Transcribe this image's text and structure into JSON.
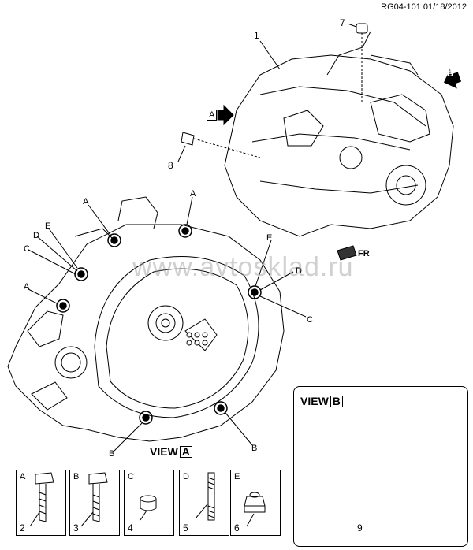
{
  "drawing_code": "RG04-101 01/18/2012",
  "watermark": "www.avtosklad.ru",
  "callouts": {
    "c1": "1",
    "c7": "7",
    "c8": "8",
    "c9": "9",
    "arrow_a": "A",
    "arrow_b": "B",
    "fr": "FR"
  },
  "location_labels": {
    "a_top": "A",
    "e_left": "E",
    "d_left": "D",
    "c_left": "C",
    "a_left": "A",
    "e_right": "E",
    "d_right": "D",
    "c_right": "C",
    "b_bottom_left": "B",
    "b_bottom_right": "B"
  },
  "view_a": {
    "prefix": "VIEW",
    "letter": "A"
  },
  "view_b": {
    "prefix": "VIEW",
    "letter": "B"
  },
  "fastener_boxes": [
    {
      "letter": "A",
      "number": "2"
    },
    {
      "letter": "B",
      "number": "3"
    },
    {
      "letter": "C",
      "number": "4"
    },
    {
      "letter": "D",
      "number": "5"
    },
    {
      "letter": "E",
      "number": "6"
    }
  ]
}
